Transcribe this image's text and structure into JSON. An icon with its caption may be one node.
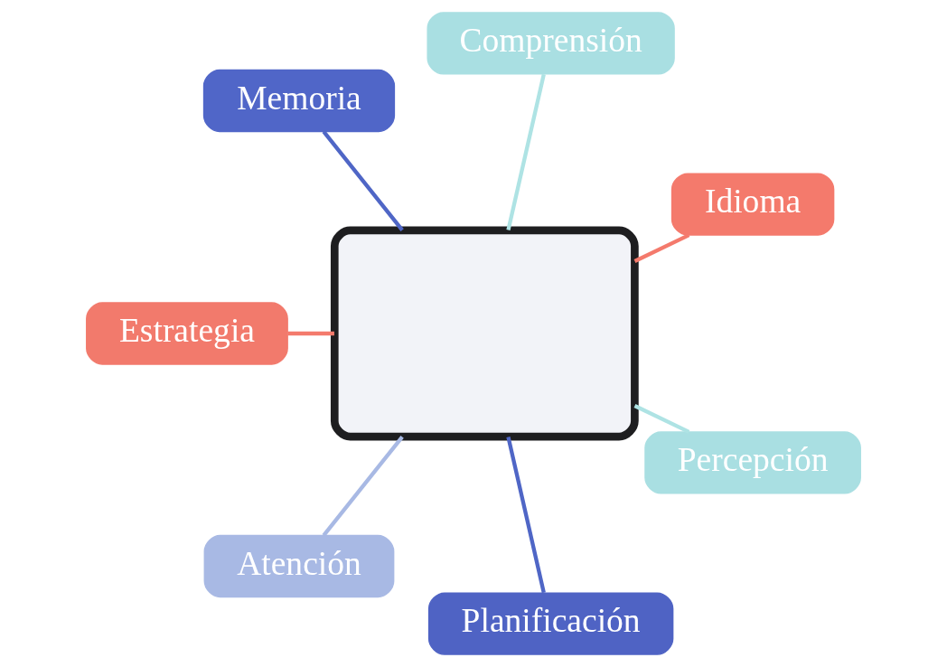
{
  "diagram": {
    "nodes": [
      {
        "text": [
          "Idioma"
        ]
      },
      {
        "text": [
          "Comprensión"
        ]
      },
      {
        "text": [
          "Memoria"
        ]
      },
      {
        "text": [],
        "shape": "box"
      },
      {
        "text": [
          "Estrategia"
        ]
      },
      {
        "text": [
          "Atención"
        ]
      },
      {
        "text": [
          "Planificación"
        ]
      },
      {
        "text": [
          "Percepción"
        ]
      }
    ],
    "edges": [
      {
        "from": 0,
        "to": 3,
        "arrow": "none",
        "color": "#f47a6c"
      },
      {
        "from": 1,
        "to": 3,
        "arrow": "none",
        "color": "#aee3e4"
      },
      {
        "from": 2,
        "to": 3,
        "arrow": "none",
        "color": "#4f66c6"
      },
      {
        "from": 4,
        "to": 3,
        "arrow": "none",
        "color": "#f47a6c"
      },
      {
        "from": 5,
        "to": 3,
        "arrow": "none",
        "color": "#a8b9e4"
      },
      {
        "from": 6,
        "to": 3,
        "arrow": "none",
        "color": "#4f66c6"
      },
      {
        "from": 7,
        "to": 3,
        "arrow": "none",
        "color": "#aee3e4"
      }
    ]
  }
}
